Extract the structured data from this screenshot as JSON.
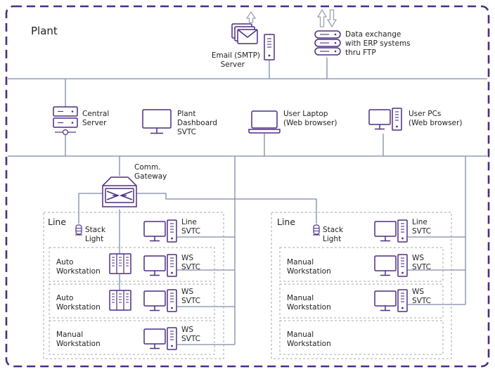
{
  "plant_label": "Plant",
  "email_server": {
    "line1": "Email (SMTP)",
    "line2": "Server"
  },
  "erp": {
    "line1": "Data exchange",
    "line2": "with ERP systems",
    "line3": "thru FTP"
  },
  "central_server": {
    "line1": "Central",
    "line2": "Server"
  },
  "plant_dashboard": {
    "line1": "Plant",
    "line2": "Dashboard",
    "line3": "SVTC"
  },
  "user_laptop": {
    "line1": "User Laptop",
    "line2": "(Web browser)"
  },
  "user_pcs": {
    "line1": "User PCs",
    "line2": "(Web browser)"
  },
  "gateway": {
    "line1": "Comm.",
    "line2": "Gateway"
  },
  "lines": [
    {
      "label": "Line",
      "stack_light": {
        "line1": "Stack",
        "line2": "Light"
      },
      "line_svtc": {
        "line1": "Line",
        "line2": "SVTC"
      },
      "workstations": [
        {
          "type1": "Auto",
          "type2": "Workstation",
          "svtc1": "WS",
          "svtc2": "SVTC"
        },
        {
          "type1": "Auto",
          "type2": "Workstation",
          "svtc1": "WS",
          "svtc2": "SVTC"
        },
        {
          "type1": "Manual",
          "type2": "Workstation",
          "svtc1": "WS",
          "svtc2": "SVTC"
        }
      ]
    },
    {
      "label": "Line",
      "stack_light": {
        "line1": "Stack",
        "line2": "Light"
      },
      "line_svtc": {
        "line1": "Line",
        "line2": "SVTC"
      },
      "workstations": [
        {
          "type1": "Manual",
          "type2": "Workstation",
          "svtc1": "WS",
          "svtc2": "SVTC"
        },
        {
          "type1": "Manual",
          "type2": "Workstation",
          "svtc1": "WS",
          "svtc2": "SVTC"
        },
        {
          "type1": "Manual",
          "type2": "Workstation",
          "svtc1": "",
          "svtc2": ""
        }
      ]
    }
  ],
  "colors": {
    "border": "#4b2d83",
    "wire": "#7c8ba6",
    "icon": "#4b2d83"
  }
}
